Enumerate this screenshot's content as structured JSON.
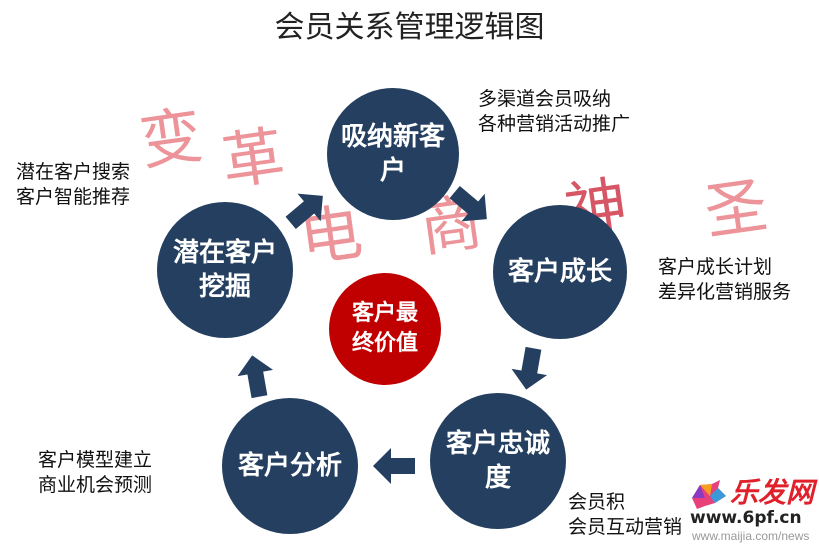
{
  "title": "会员关系管理逻辑图",
  "nodes": {
    "acquire": "吸纳新客户",
    "growth": "客户成长",
    "loyalty": "客户忠诚度",
    "analysis": "客户分析",
    "mining": "潜在客户挖掘",
    "center": "客户最终价值"
  },
  "notes": {
    "acquire": [
      "多渠道会员吸纳",
      "各种营销活动推广"
    ],
    "growth": [
      "客户成长计划",
      "差异化营销服务"
    ],
    "loyalty": [
      "会员积",
      "会员互动营销"
    ],
    "analysis": [
      "客户模型建立",
      "商业机会预测"
    ],
    "mining": [
      "潜在客户搜索",
      "客户智能推荐"
    ]
  },
  "watermark": [
    "变",
    "革",
    "电",
    "商",
    "神",
    "圣"
  ],
  "logo": {
    "name": "乐发网",
    "url": "www.6pf.cn",
    "url2": "www.maijia.com/news"
  },
  "colors": {
    "node": "#243f60",
    "center": "#c00000"
  }
}
